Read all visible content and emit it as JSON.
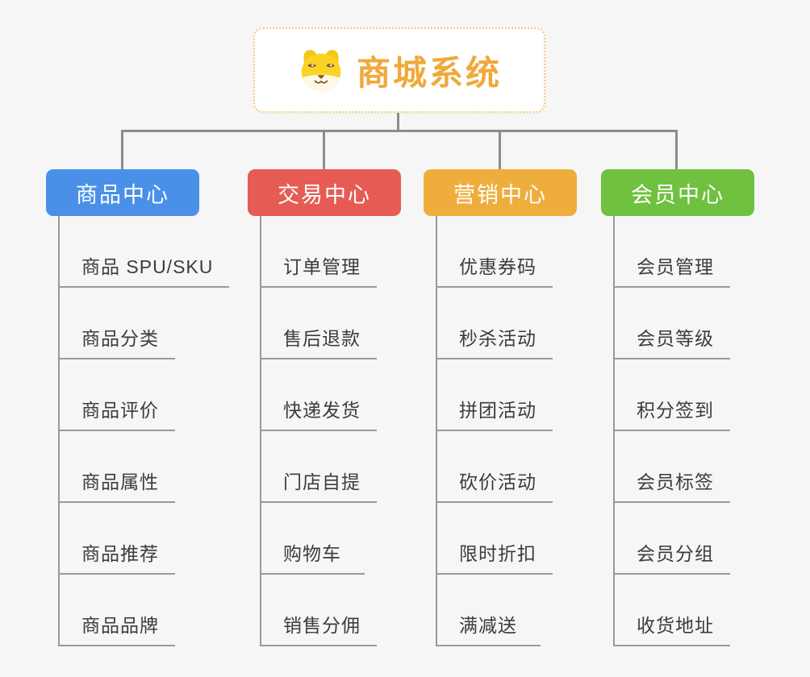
{
  "canvas": {
    "background_color": "#F6F6F6",
    "connector_color": "#8C8C8C"
  },
  "root": {
    "title": "商城系统",
    "icon": "shiba-dog-icon",
    "title_color": "#F0A93C",
    "border_color": "#F4C87C"
  },
  "branches": [
    {
      "label": "商品中心",
      "color": "#4A90E8",
      "children": [
        "商品 SPU/SKU",
        "商品分类",
        "商品评价",
        "商品属性",
        "商品推荐",
        "商品品牌"
      ]
    },
    {
      "label": "交易中心",
      "color": "#E65C55",
      "children": [
        "订单管理",
        "售后退款",
        "快递发货",
        "门店自提",
        "购物车",
        "销售分佣"
      ]
    },
    {
      "label": "营销中心",
      "color": "#EFAE3B",
      "children": [
        "优惠券码",
        "秒杀活动",
        "拼团活动",
        "砍价活动",
        "限时折扣",
        "满减送"
      ]
    },
    {
      "label": "会员中心",
      "color": "#6FC13F",
      "children": [
        "会员管理",
        "会员等级",
        "积分签到",
        "会员标签",
        "会员分组",
        "收货地址"
      ]
    }
  ]
}
